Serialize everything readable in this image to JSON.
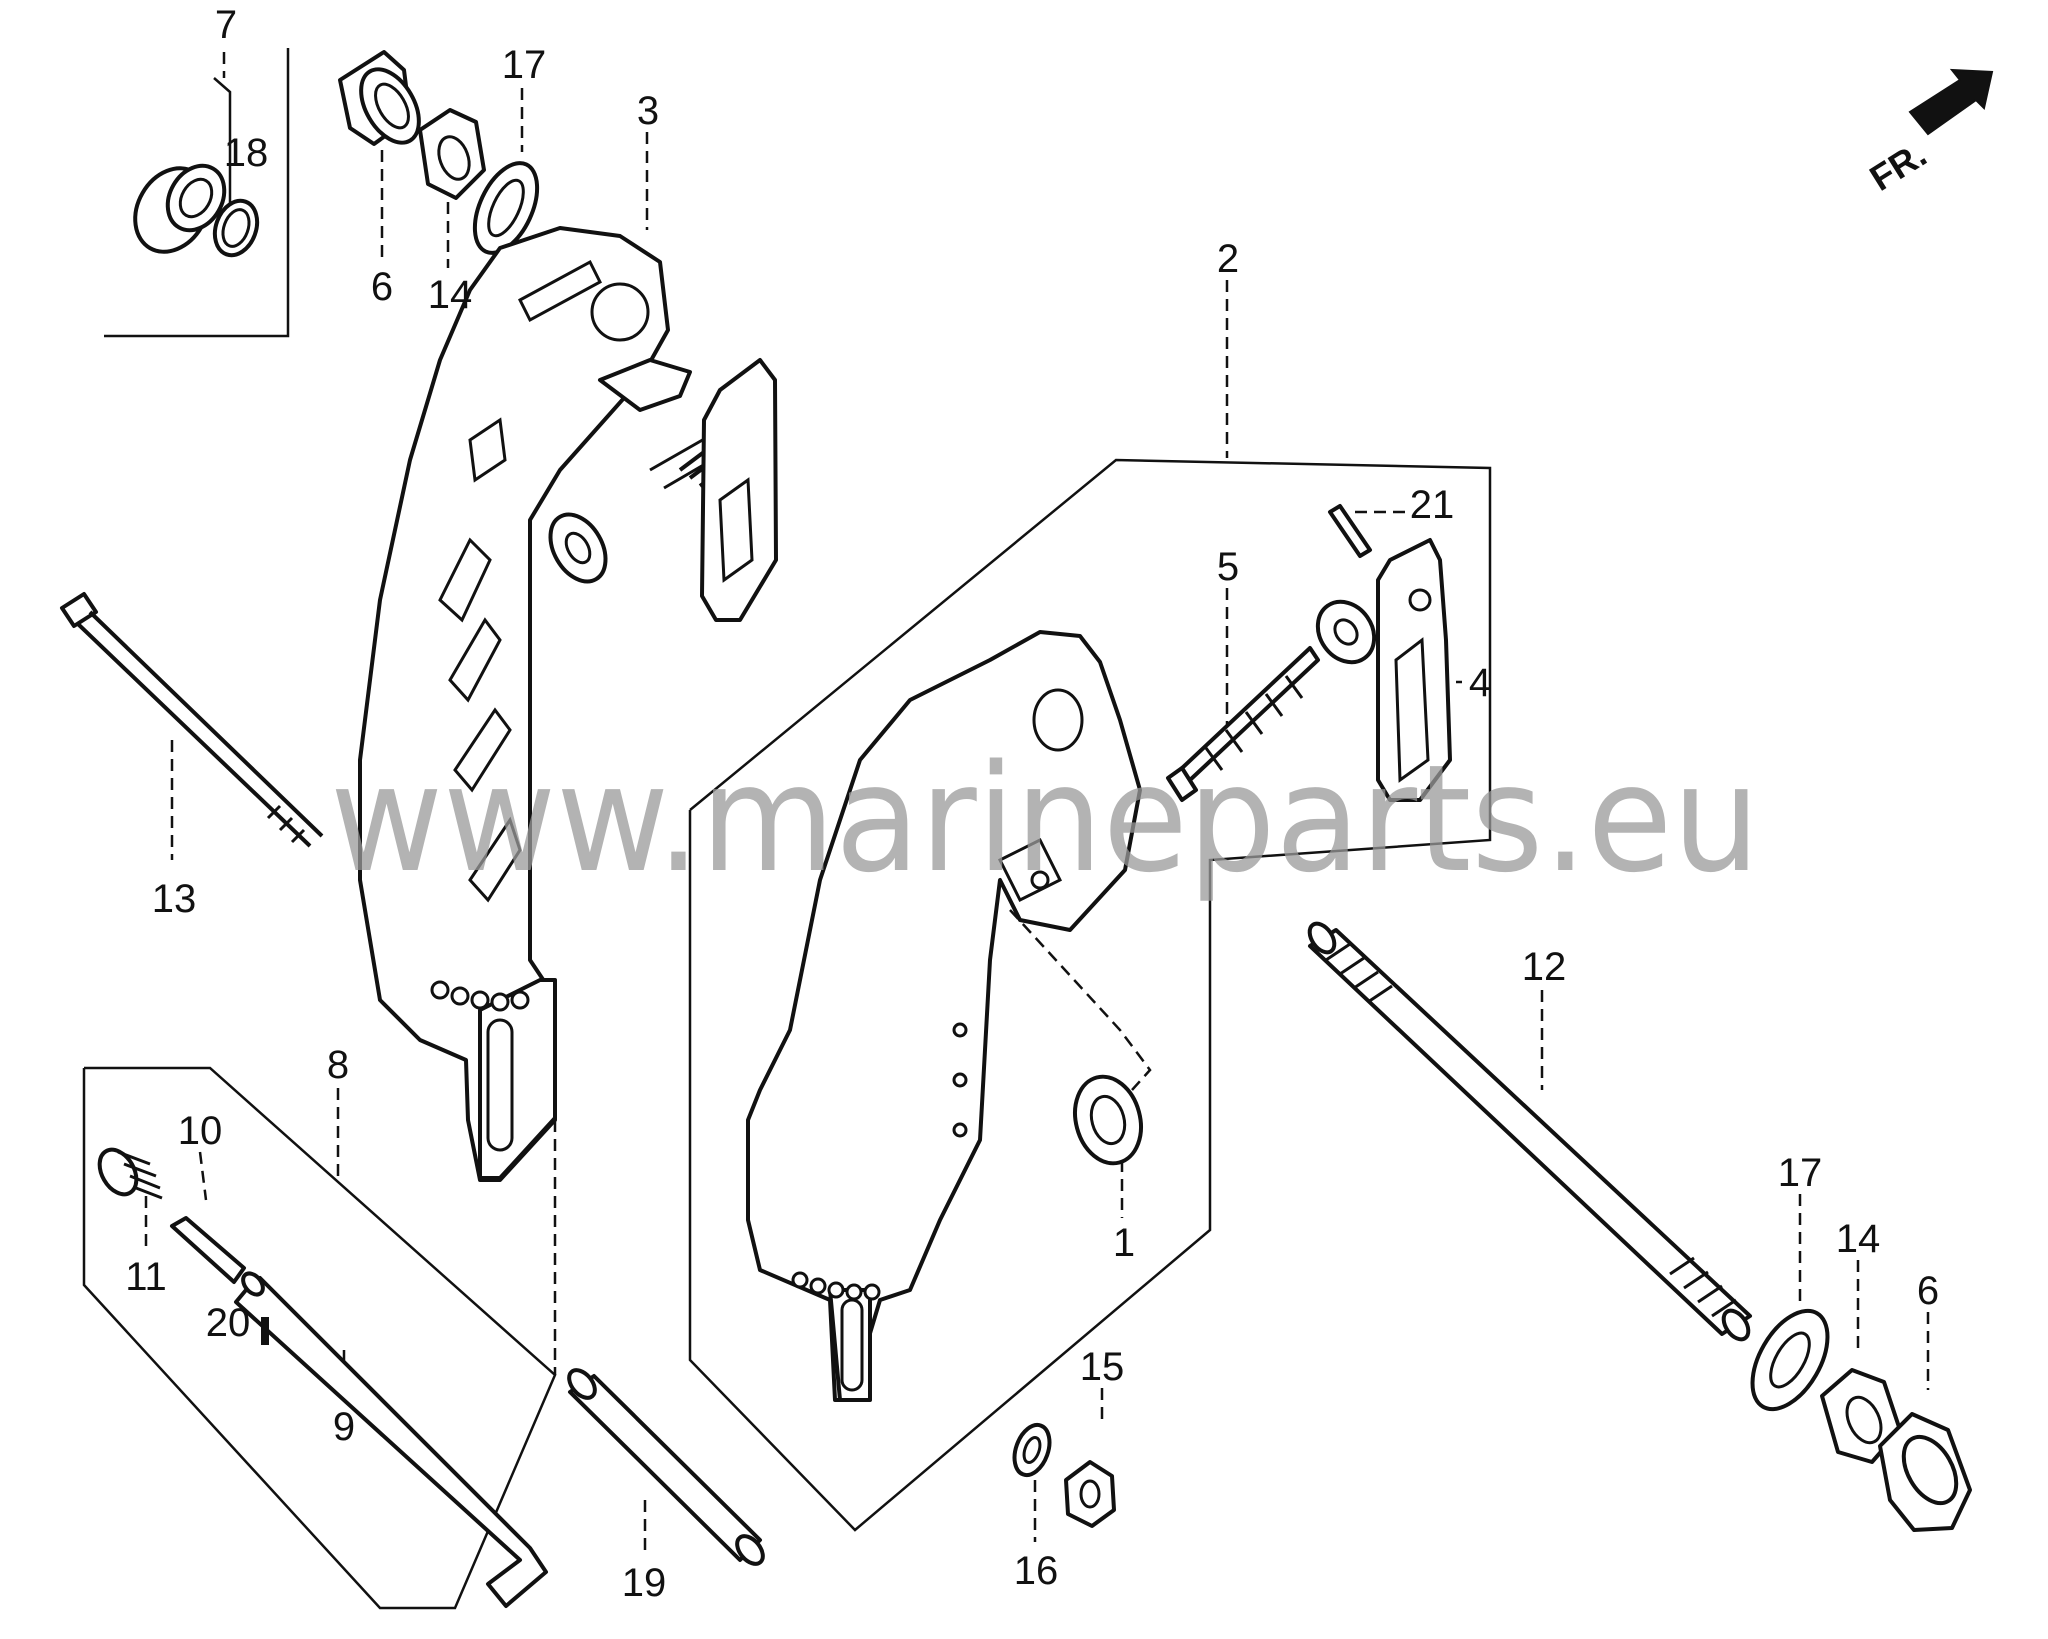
{
  "diagram": {
    "orientation_label": "FR.",
    "watermark": "www.marineparts.eu",
    "callouts": [
      {
        "id": "c7",
        "text": "7"
      },
      {
        "id": "c18",
        "text": "18"
      },
      {
        "id": "c6a",
        "text": "6"
      },
      {
        "id": "c14a",
        "text": "14"
      },
      {
        "id": "c17a",
        "text": "17"
      },
      {
        "id": "c3",
        "text": "3"
      },
      {
        "id": "c2",
        "text": "2"
      },
      {
        "id": "c21",
        "text": "21"
      },
      {
        "id": "c5",
        "text": "5"
      },
      {
        "id": "c4",
        "text": "4"
      },
      {
        "id": "c13",
        "text": "13"
      },
      {
        "id": "c12",
        "text": "12"
      },
      {
        "id": "c8",
        "text": "8"
      },
      {
        "id": "c10",
        "text": "10"
      },
      {
        "id": "c11",
        "text": "11"
      },
      {
        "id": "c20",
        "text": "20"
      },
      {
        "id": "c9",
        "text": "9"
      },
      {
        "id": "c19",
        "text": "19"
      },
      {
        "id": "c1",
        "text": "1"
      },
      {
        "id": "c15",
        "text": "15"
      },
      {
        "id": "c16",
        "text": "16"
      },
      {
        "id": "c17b",
        "text": "17"
      },
      {
        "id": "c14b",
        "text": "14"
      },
      {
        "id": "c6b",
        "text": "6"
      }
    ]
  }
}
